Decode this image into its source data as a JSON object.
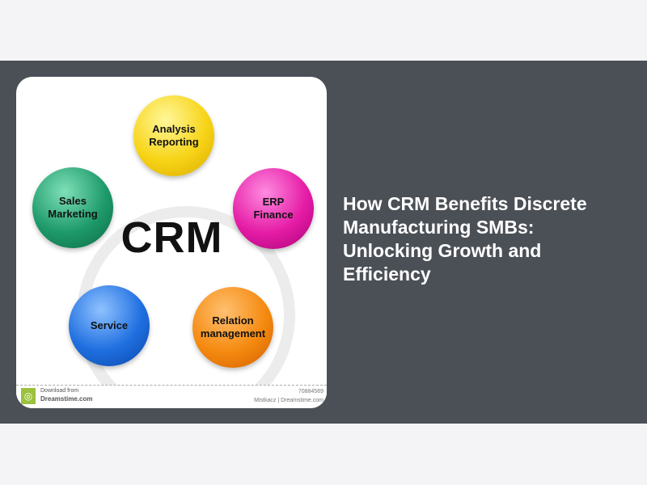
{
  "image": {
    "center_label": "CRM",
    "nodes": [
      {
        "line1": "Analysis",
        "line2": "Reporting",
        "color": "#f7d417"
      },
      {
        "line1": "ERP",
        "line2": "Finance",
        "color": "#e51ca6"
      },
      {
        "line1": "Relation",
        "line2": "management",
        "color": "#f58a10"
      },
      {
        "line1": "Service",
        "line2": "",
        "color": "#1f6fe0"
      },
      {
        "line1": "Sales",
        "line2": "Marketing",
        "color": "#1e9a6a"
      }
    ],
    "watermark": {
      "download": "Download from",
      "site": "Dreamstime.com",
      "id": "70884569",
      "credit": "Mistkacz | Dreamstime.com"
    }
  },
  "article": {
    "title": "How CRM Benefits Discrete Manufacturing SMBs: Unlocking Growth and Efficiency"
  },
  "colors": {
    "band": "#4b4f56",
    "page": "#f4f4f6"
  }
}
